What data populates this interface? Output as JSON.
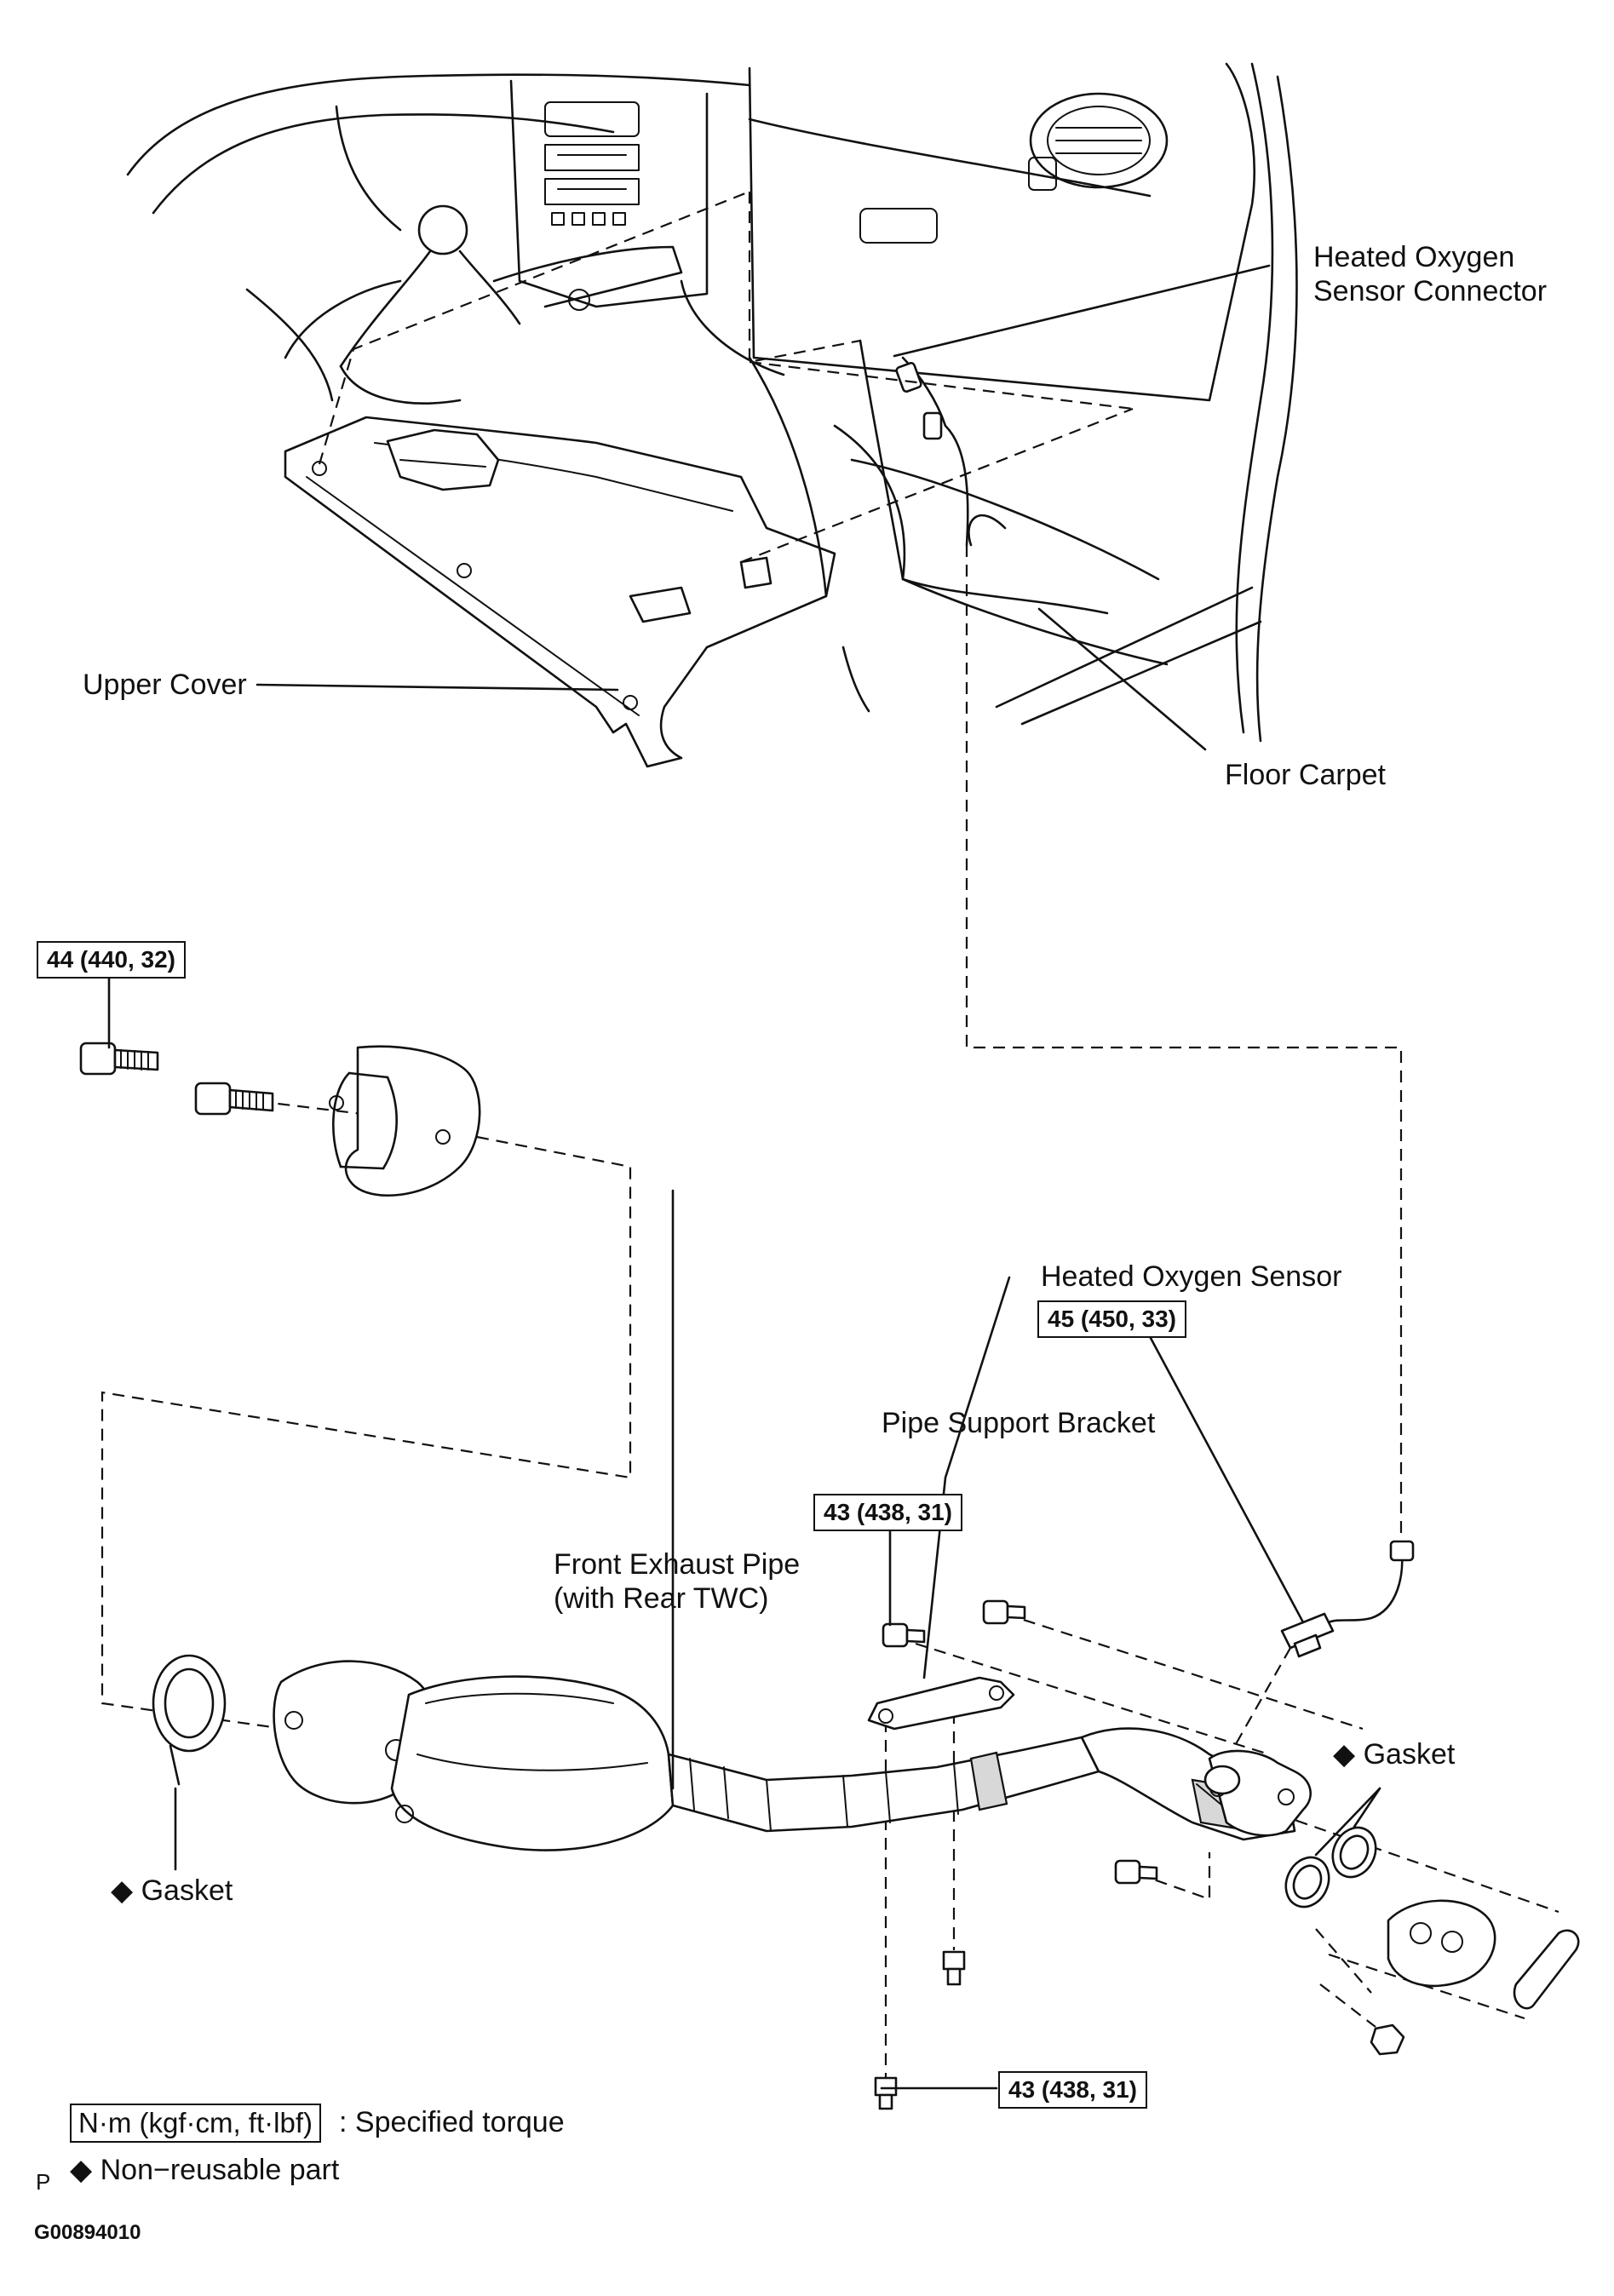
{
  "labels": {
    "heated_oxygen_sensor_connector_line1": "Heated Oxygen",
    "heated_oxygen_sensor_connector_line2": "Sensor Connector",
    "upper_cover": "Upper Cover",
    "floor_carpet": "Floor Carpet",
    "heated_oxygen_sensor": "Heated Oxygen Sensor",
    "pipe_support_bracket": "Pipe Support Bracket",
    "front_exhaust_pipe_line1": "Front Exhaust Pipe",
    "front_exhaust_pipe_line2": "(with Rear TWC)",
    "gasket_left": "Gasket",
    "gasket_right": "Gasket"
  },
  "torques": {
    "upper_bolt": "44 (440, 32)",
    "oxygen_sensor": "45 (450, 33)",
    "bracket_bolt": "43 (438, 31)",
    "lower_bolt": "43 (438, 31)"
  },
  "legend": {
    "torque_unit": "N·m (kgf·cm, ft·lbf)",
    "torque_text": ": Specified torque",
    "non_reusable_text": "Non−reusable part",
    "diamond_symbol": "◆"
  },
  "footer": {
    "page_letter": "P",
    "figure_code": "G00894010"
  }
}
